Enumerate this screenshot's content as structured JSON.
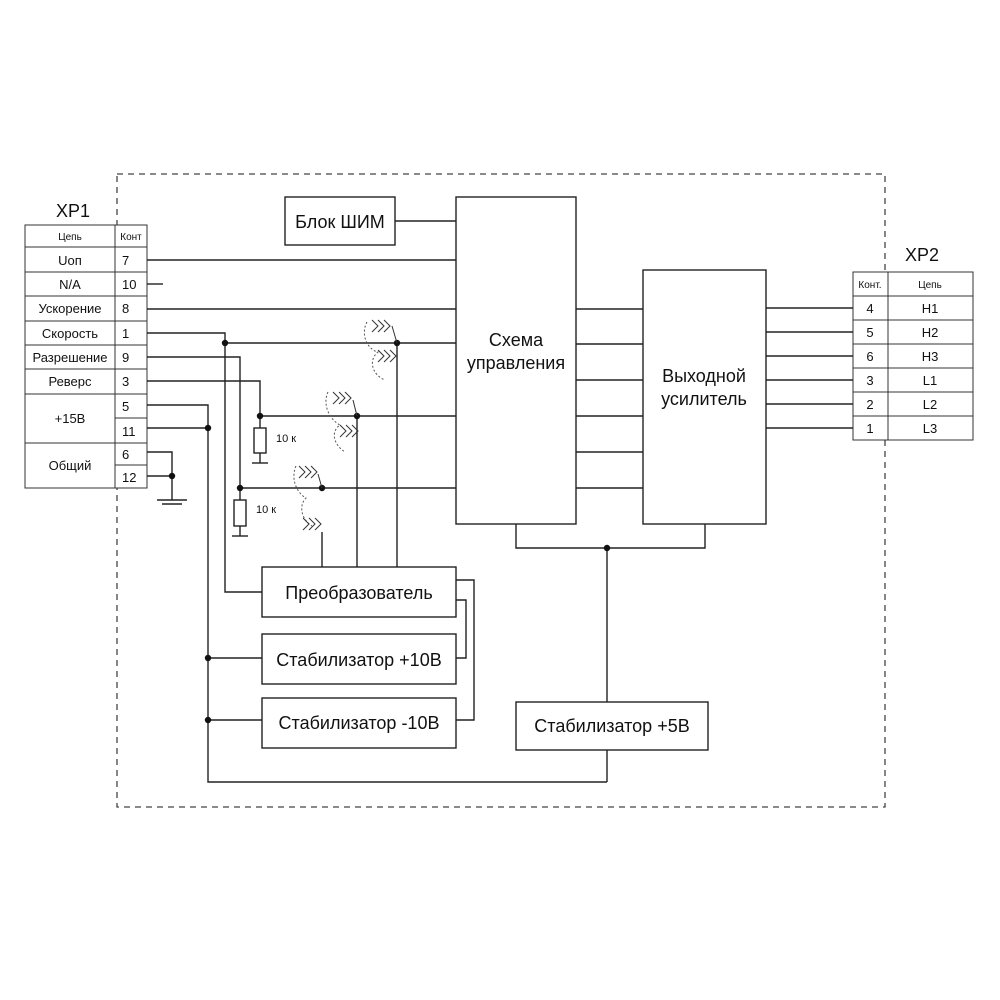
{
  "xp1": {
    "title": "XP1",
    "header": {
      "circuit": "Цепь",
      "contact": "Конт"
    },
    "rows": [
      {
        "circuit": "Uоп",
        "contact": "7"
      },
      {
        "circuit": "N/A",
        "contact": "10"
      },
      {
        "circuit": "Ускорение",
        "contact": "8"
      },
      {
        "circuit": "Скорость",
        "contact": "1"
      },
      {
        "circuit": "Разрешение",
        "contact": "9"
      },
      {
        "circuit": "Реверс",
        "contact": "3"
      },
      {
        "circuit": "+15В",
        "contacts": [
          "5",
          "11"
        ]
      },
      {
        "circuit": "Общий",
        "contacts": [
          "6",
          "12"
        ]
      }
    ]
  },
  "xp2": {
    "title": "XP2",
    "header": {
      "contact": "Конт.",
      "circuit": "Цепь"
    },
    "rows": [
      {
        "contact": "4",
        "circuit": "H1"
      },
      {
        "contact": "5",
        "circuit": "H2"
      },
      {
        "contact": "6",
        "circuit": "H3"
      },
      {
        "contact": "3",
        "circuit": "L1"
      },
      {
        "contact": "2",
        "circuit": "L2"
      },
      {
        "contact": "1",
        "circuit": "L3"
      }
    ]
  },
  "blocks": {
    "pwm": "Блок ШИМ",
    "control": [
      "Схема",
      "управления"
    ],
    "amplifier": [
      "Выходной",
      "усилитель"
    ],
    "converter": "Преобразователь",
    "stab_plus10": "Стабилизатор +10В",
    "stab_minus10": "Стабилизатор -10В",
    "stab_plus5": "Стабилизатор +5В"
  },
  "resistors": {
    "r1": "10 к",
    "r2": "10 к"
  }
}
